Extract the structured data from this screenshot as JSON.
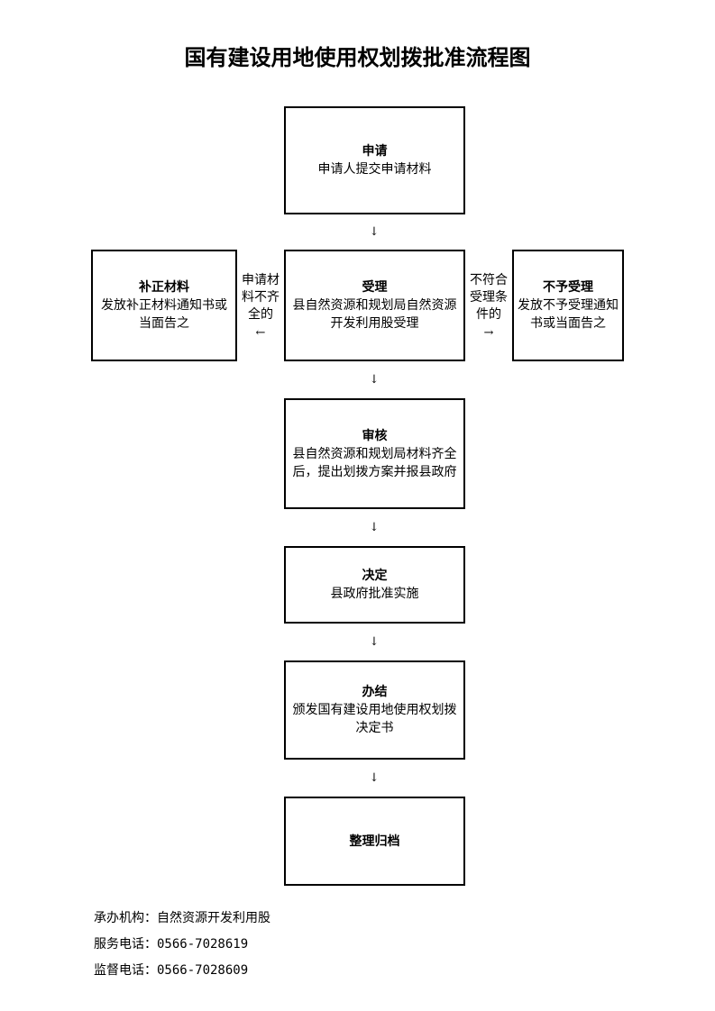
{
  "title": "国有建设用地使用权划拨批准流程图",
  "nodes": {
    "apply": {
      "heading": "申请",
      "text": "申请人提交申请材料"
    },
    "accept": {
      "heading": "受理",
      "text": "县自然资源和规划局自然资源开发利用股受理"
    },
    "supplement": {
      "heading": "补正材料",
      "text": "发放补正材料通知书或当面告之"
    },
    "reject": {
      "heading": "不予受理",
      "text": "发放不予受理通知书或当面告之"
    },
    "review": {
      "heading": "审核",
      "text": "县自然资源和规划局材料齐全后，提出划拨方案并报县政府"
    },
    "decide": {
      "heading": "决定",
      "text": "县政府批准实施"
    },
    "complete": {
      "heading": "办结",
      "text": "颁发国有建设用地使用权划拨决定书"
    },
    "archive": {
      "heading": "整理归档"
    }
  },
  "edges": {
    "left_label": [
      "申请材",
      "料不齐",
      "全的"
    ],
    "right_label": [
      "不符合",
      "受理条",
      "件的"
    ],
    "arrow_down": "↓",
    "arrow_left": "←",
    "arrow_right": "→"
  },
  "footer": {
    "org": "承办机构：自然资源开发利用股",
    "service_phone": "服务电话：0566-7028619",
    "supervise_phone": "监督电话：0566-7028609"
  }
}
